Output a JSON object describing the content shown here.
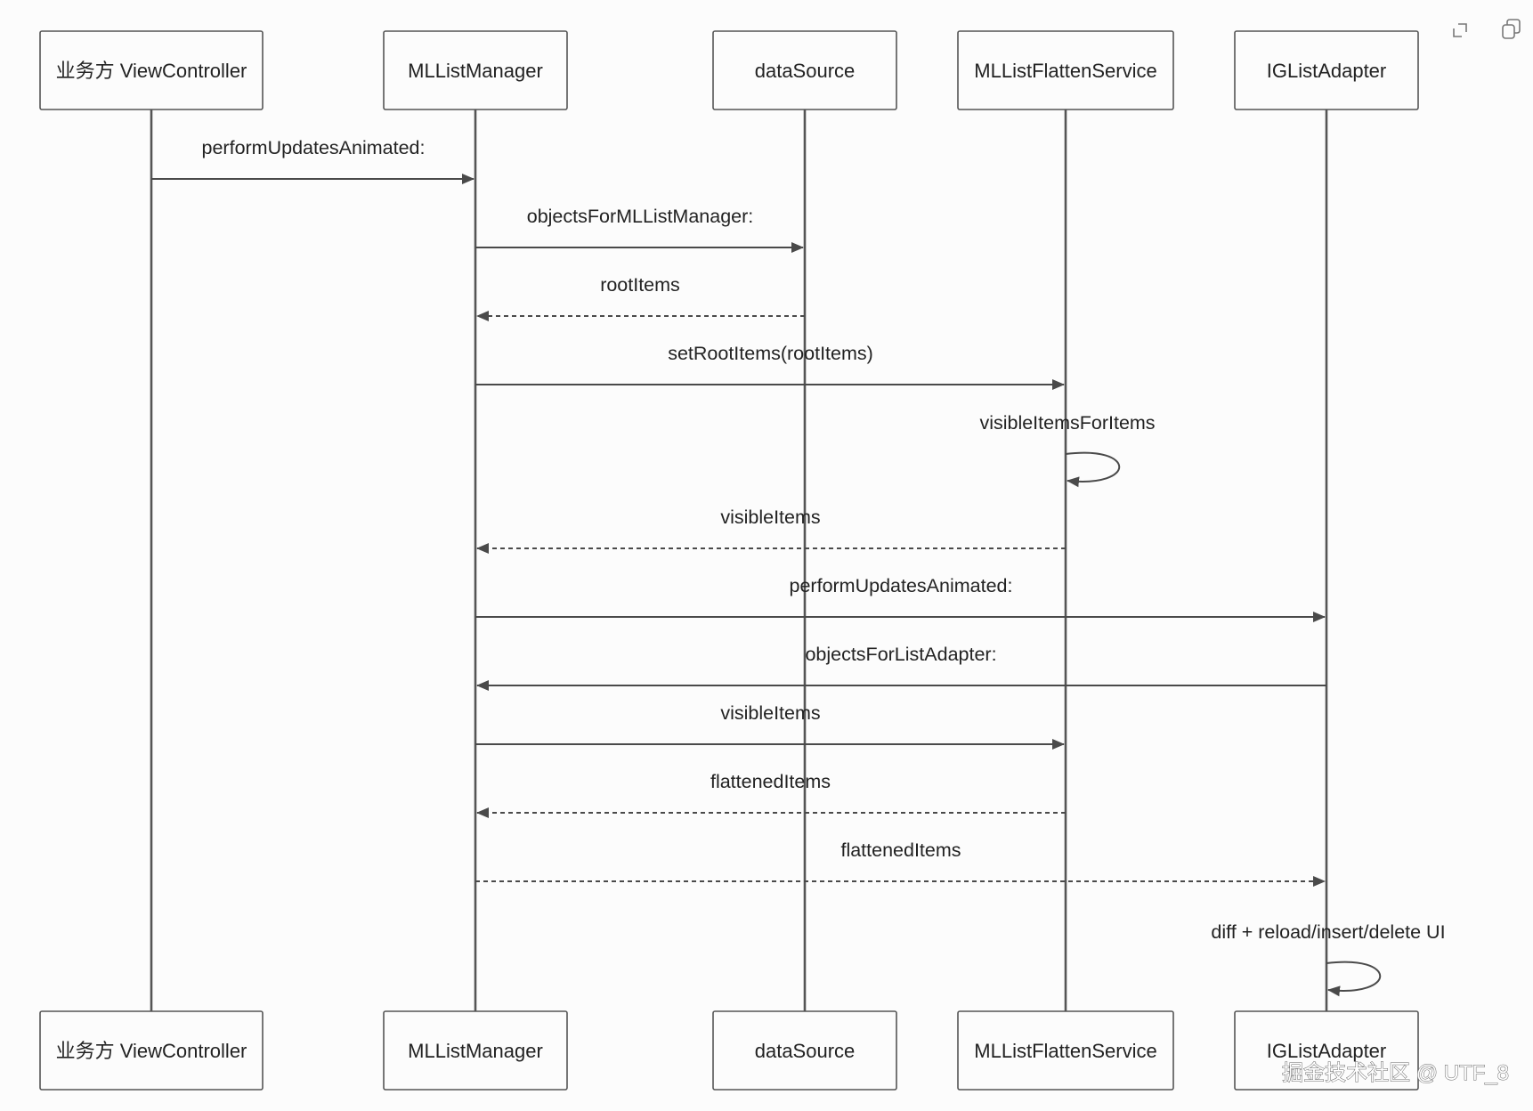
{
  "actors": [
    {
      "id": "vc",
      "label": "业务方 ViewController"
    },
    {
      "id": "mgr",
      "label": "MLListManager"
    },
    {
      "id": "ds",
      "label": "dataSource"
    },
    {
      "id": "flat",
      "label": "MLListFlattenService"
    },
    {
      "id": "adapter",
      "label": "IGListAdapter"
    }
  ],
  "messages": [
    {
      "from": "vc",
      "to": "mgr",
      "label": "performUpdatesAnimated:",
      "style": "solid"
    },
    {
      "from": "mgr",
      "to": "ds",
      "label": "objectsForMLListManager:",
      "style": "solid"
    },
    {
      "from": "ds",
      "to": "mgr",
      "label": "rootItems",
      "style": "dashed"
    },
    {
      "from": "mgr",
      "to": "flat",
      "label": "setRootItems(rootItems)",
      "style": "solid"
    },
    {
      "from": "flat",
      "to": "flat",
      "label": "visibleItemsForItems",
      "style": "solid"
    },
    {
      "from": "flat",
      "to": "mgr",
      "label": "visibleItems",
      "style": "dashed"
    },
    {
      "from": "mgr",
      "to": "adapter",
      "label": "performUpdatesAnimated:",
      "style": "solid"
    },
    {
      "from": "adapter",
      "to": "mgr",
      "label": "objectsForListAdapter:",
      "style": "solid"
    },
    {
      "from": "mgr",
      "to": "flat",
      "label": "visibleItems",
      "style": "solid"
    },
    {
      "from": "flat",
      "to": "mgr",
      "label": "flattenedItems",
      "style": "dashed"
    },
    {
      "from": "mgr",
      "to": "adapter",
      "label": "flattenedItems",
      "style": "dashed"
    },
    {
      "from": "adapter",
      "to": "adapter",
      "label": "diff + reload/insert/delete UI",
      "style": "solid"
    }
  ],
  "toolbar": {
    "expand_icon": "expand-icon",
    "copy_icon": "copy-icon"
  },
  "watermark": "掘金技术社区 @ UTF_8",
  "colors": {
    "line": "#4a4a4a",
    "box_border": "#555555",
    "background": "#fcfcfc"
  }
}
